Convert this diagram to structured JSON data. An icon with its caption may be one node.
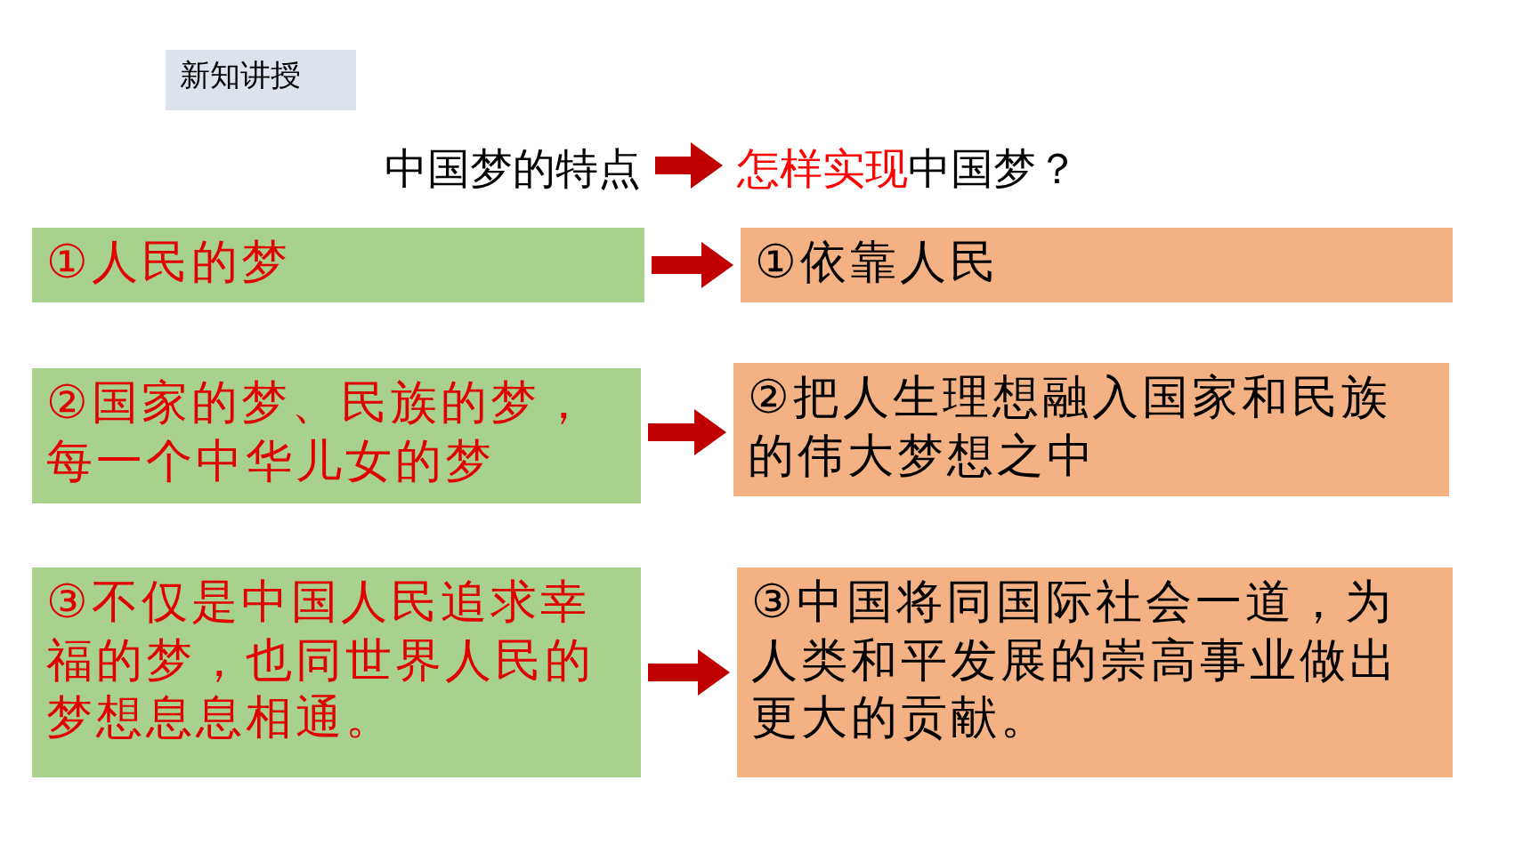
{
  "diagram": {
    "nodes": [
      {
        "text": [
          "新知讲授"
        ]
      },
      {
        "text": [
          "中国梦的特点"
        ]
      },
      {
        "text": [
          "怎样实现",
          "中国梦？"
        ]
      },
      {
        "text": [
          "①人民的梦"
        ]
      },
      {
        "text": [
          "①依靠人民"
        ]
      },
      {
        "text": [
          "②国家的梦、民族的梦，每一个中华儿女的梦"
        ]
      },
      {
        "text": [
          "②把人生理想融入国家和民族的伟大梦想之中"
        ]
      },
      {
        "text": [
          "③不仅是中国人民追求幸福的梦，也同世界人民的梦想息息相通。"
        ]
      },
      {
        "text": [
          "③中国将同国际社会一道，为人类和平发展的崇高事业做出更大的贡献。"
        ]
      }
    ],
    "edges": [
      {
        "from": 1,
        "to": 2,
        "arrow": "to"
      },
      {
        "from": 3,
        "to": 4,
        "arrow": "to"
      },
      {
        "from": 5,
        "to": 6,
        "arrow": "to"
      },
      {
        "from": 7,
        "to": 8,
        "arrow": "to"
      }
    ]
  }
}
